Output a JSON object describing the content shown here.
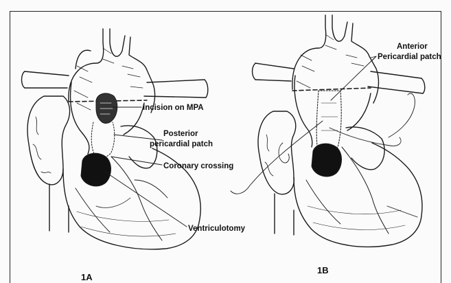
{
  "panel_a": {
    "label": "1A",
    "annotations": {
      "incision": "Incision on MPA",
      "patch_line1": "Posterior",
      "patch_line2": "pericardial patch",
      "coronary": "Coronary crossing",
      "ventriculotomy": "Ventriculotomy"
    }
  },
  "panel_b": {
    "label": "1B",
    "annotations": {
      "patch_line1": "Anterior",
      "patch_line2": "Pericardial patch"
    }
  },
  "colors": {
    "ink": "#1a1a1a",
    "background": "#fbfbfb"
  }
}
